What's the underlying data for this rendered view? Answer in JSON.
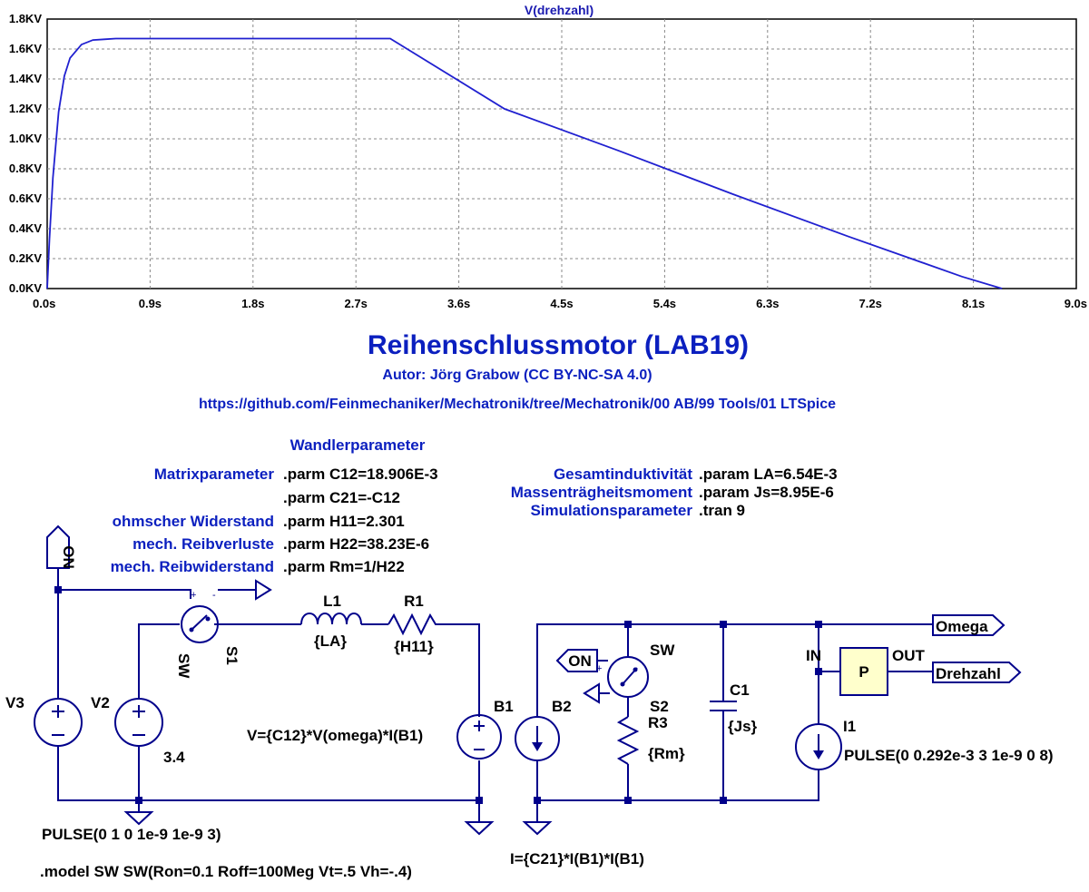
{
  "plot": {
    "title": "V(drehzahl)",
    "y_ticks": [
      "0.0KV",
      "0.2KV",
      "0.4KV",
      "0.6KV",
      "0.8KV",
      "1.0KV",
      "1.2KV",
      "1.4KV",
      "1.6KV",
      "1.8KV"
    ],
    "x_ticks": [
      "0.0s",
      "0.9s",
      "1.8s",
      "2.7s",
      "3.6s",
      "4.5s",
      "5.4s",
      "6.3s",
      "7.2s",
      "8.1s",
      "9.0s"
    ]
  },
  "chart_data": {
    "type": "line",
    "title": "V(drehzahl)",
    "xlim": [
      0,
      9.0
    ],
    "ylim": [
      0,
      1.8
    ],
    "x_unit": "s",
    "y_unit": "KV",
    "grid": true,
    "series": [
      {
        "name": "V(drehzahl)",
        "color": "#2020d0",
        "x": [
          0,
          0.02,
          0.05,
          0.1,
          0.15,
          0.2,
          0.3,
          0.4,
          0.5,
          0.6,
          0.8,
          1.0,
          2.0,
          3.0,
          4.0,
          5.0,
          6.0,
          7.0,
          8.0,
          8.35
        ],
        "y": [
          0,
          0.33,
          0.74,
          1.18,
          1.42,
          1.54,
          1.63,
          1.66,
          1.665,
          1.67,
          1.67,
          1.67,
          1.67,
          1.67,
          1.2,
          0.92,
          0.63,
          0.35,
          0.08,
          0.0
        ]
      }
    ]
  },
  "header": {
    "title": "Reihenschlussmotor (LAB19)",
    "author": "Autor: Jörg Grabow (CC BY-NC-SA 4.0)",
    "url": "https://github.com/Feinmechaniker/Mechatronik/tree/Mechatronik/00 AB/99 Tools/01 LTSpice"
  },
  "params": {
    "heading": "Wandlerparameter",
    "matrix_label": "Matrixparameter",
    "c12": ".parm C12=18.906E-3",
    "c21": ".parm C21=-C12",
    "ohm_label": "ohmscher Widerstand",
    "h11": ".parm H11=2.301",
    "reib_label": "mech. Reibverluste",
    "h22": ".parm H22=38.23E-6",
    "reibw_label": "mech. Reibwiderstand",
    "rm": ".parm Rm=1/H22",
    "ind_label": "Gesamtinduktivität",
    "la": ".param LA=6.54E-3",
    "mass_label": "Massenträgheitsmoment",
    "js": ".param Js=8.95E-6",
    "sim_label": "Simulationsparameter",
    "tran": ".tran 9"
  },
  "circuit": {
    "on_port": "ON",
    "on_port2": "ON",
    "omega_port": "Omega",
    "drehzahl_port": "Drehzahl",
    "v3": "V3",
    "v2": "V2",
    "v2_value": "3.4",
    "sw_label": "SW",
    "s1_label": "S1",
    "l1": "L1",
    "l1_value": "{LA}",
    "r1": "R1",
    "r1_value": "{H11}",
    "b1": "B1",
    "b1_expr": "V={C12}*V(omega)*I(B1)",
    "b2": "B2",
    "b2_expr": "I={C21}*I(B1)*I(B1)",
    "sw2_label": "SW",
    "s2_label": "S2",
    "r3": "R3",
    "r3_value": "{Rm}",
    "c1": "C1",
    "c1_value": "{Js}",
    "p_block": "P",
    "p_in": "IN",
    "p_out": "OUT",
    "i1": "I1",
    "i1_value": "PULSE(0 0.292e-3 3 1e-9 0 8)",
    "pulse": "PULSE(0 1 0 1e-9 1e-9 3)",
    "model": ".model SW SW(Ron=0.1 Roff=100Meg Vt=.5 Vh=-.4)"
  }
}
